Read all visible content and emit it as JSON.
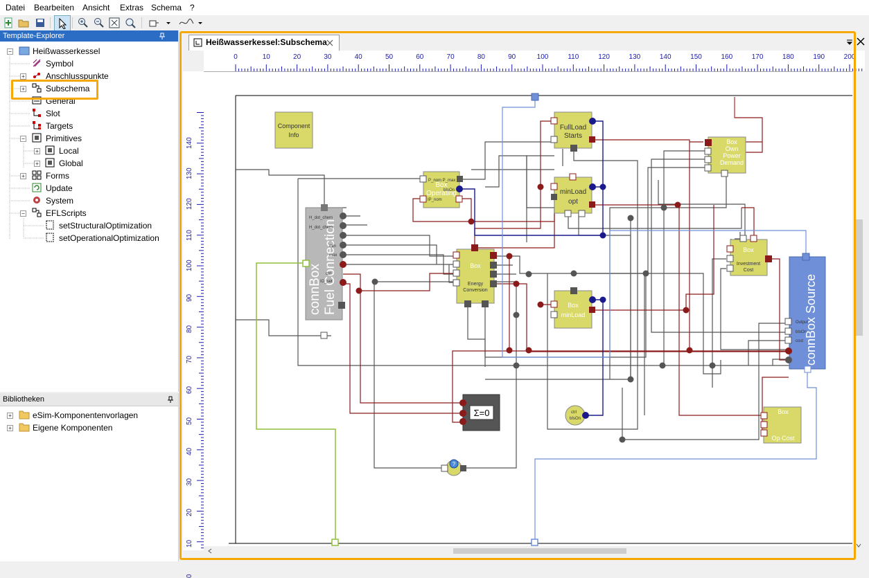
{
  "menu": [
    "Datei",
    "Bearbeiten",
    "Ansicht",
    "Extras",
    "Schema",
    "?"
  ],
  "template_explorer": {
    "title": "Template-Explorer",
    "root": "Heißwasserkessel",
    "items": [
      "Symbol",
      "Anschlusspunkte",
      "Subschema",
      "General",
      "Slot",
      "Targets",
      "Primitives",
      "Local",
      "Global",
      "Forms",
      "Update",
      "System",
      "EFLScripts",
      "setStructuralOptimization",
      "setOperationalOptimization"
    ]
  },
  "bibliotheken": {
    "title": "Bibliotheken",
    "items": [
      "eSim-Komponentenvorlagen",
      "Eigene Komponenten"
    ]
  },
  "tab": {
    "title": "Heißwasserkessel:Subschema"
  },
  "ruler": {
    "h": [
      "0",
      "10",
      "20",
      "30",
      "40",
      "50",
      "60",
      "70",
      "80",
      "90",
      "100",
      "110",
      "120",
      "130",
      "140",
      "150",
      "160",
      "170",
      "180",
      "190",
      "200"
    ],
    "v": [
      "140",
      "130",
      "120",
      "110",
      "100",
      "90",
      "80",
      "70",
      "60",
      "50",
      "40",
      "30",
      "20",
      "10",
      "0"
    ]
  },
  "schema": {
    "component_info": [
      "Component",
      "Info"
    ],
    "fuel_box": [
      "connBox",
      "Fuel Connection"
    ],
    "fuel_ports": [
      "H_dot_chem",
      "H_dot_chem",
      "min",
      "max",
      "ctrl",
      "IO_set"
    ],
    "box_operating": [
      "Box",
      "Operating"
    ],
    "box_operating_ports": [
      "P_nom P_max",
      "bIsOn",
      "IP_nom"
    ],
    "fullload": [
      "FullLoad",
      "Starts"
    ],
    "minload_opt": [
      "minLoad",
      "opt"
    ],
    "box_energy": [
      "Box",
      "Energy",
      "Conversion"
    ],
    "box_minload": [
      "Box",
      "minLoad"
    ],
    "box_own_power": [
      "Box",
      "Own",
      "Power",
      "Demand"
    ],
    "box_investment": [
      "Box",
      "Investment",
      "Cost"
    ],
    "source_box": [
      "connBox Source"
    ],
    "source_ports": [
      "Output",
      "bIsOn",
      "cost"
    ],
    "sum_label": "Σ=0",
    "ctrl_label": [
      "ctrl",
      "bIsOn"
    ],
    "box_opcost": [
      "Box",
      "Op Cost"
    ]
  },
  "colors": {
    "accent_highlight": "#f5a800",
    "dark_red": "#8b1a1a",
    "navy": "#1a1a8c",
    "box_yellow": "#d9d96a",
    "source_blue": "#6f8fd8"
  }
}
